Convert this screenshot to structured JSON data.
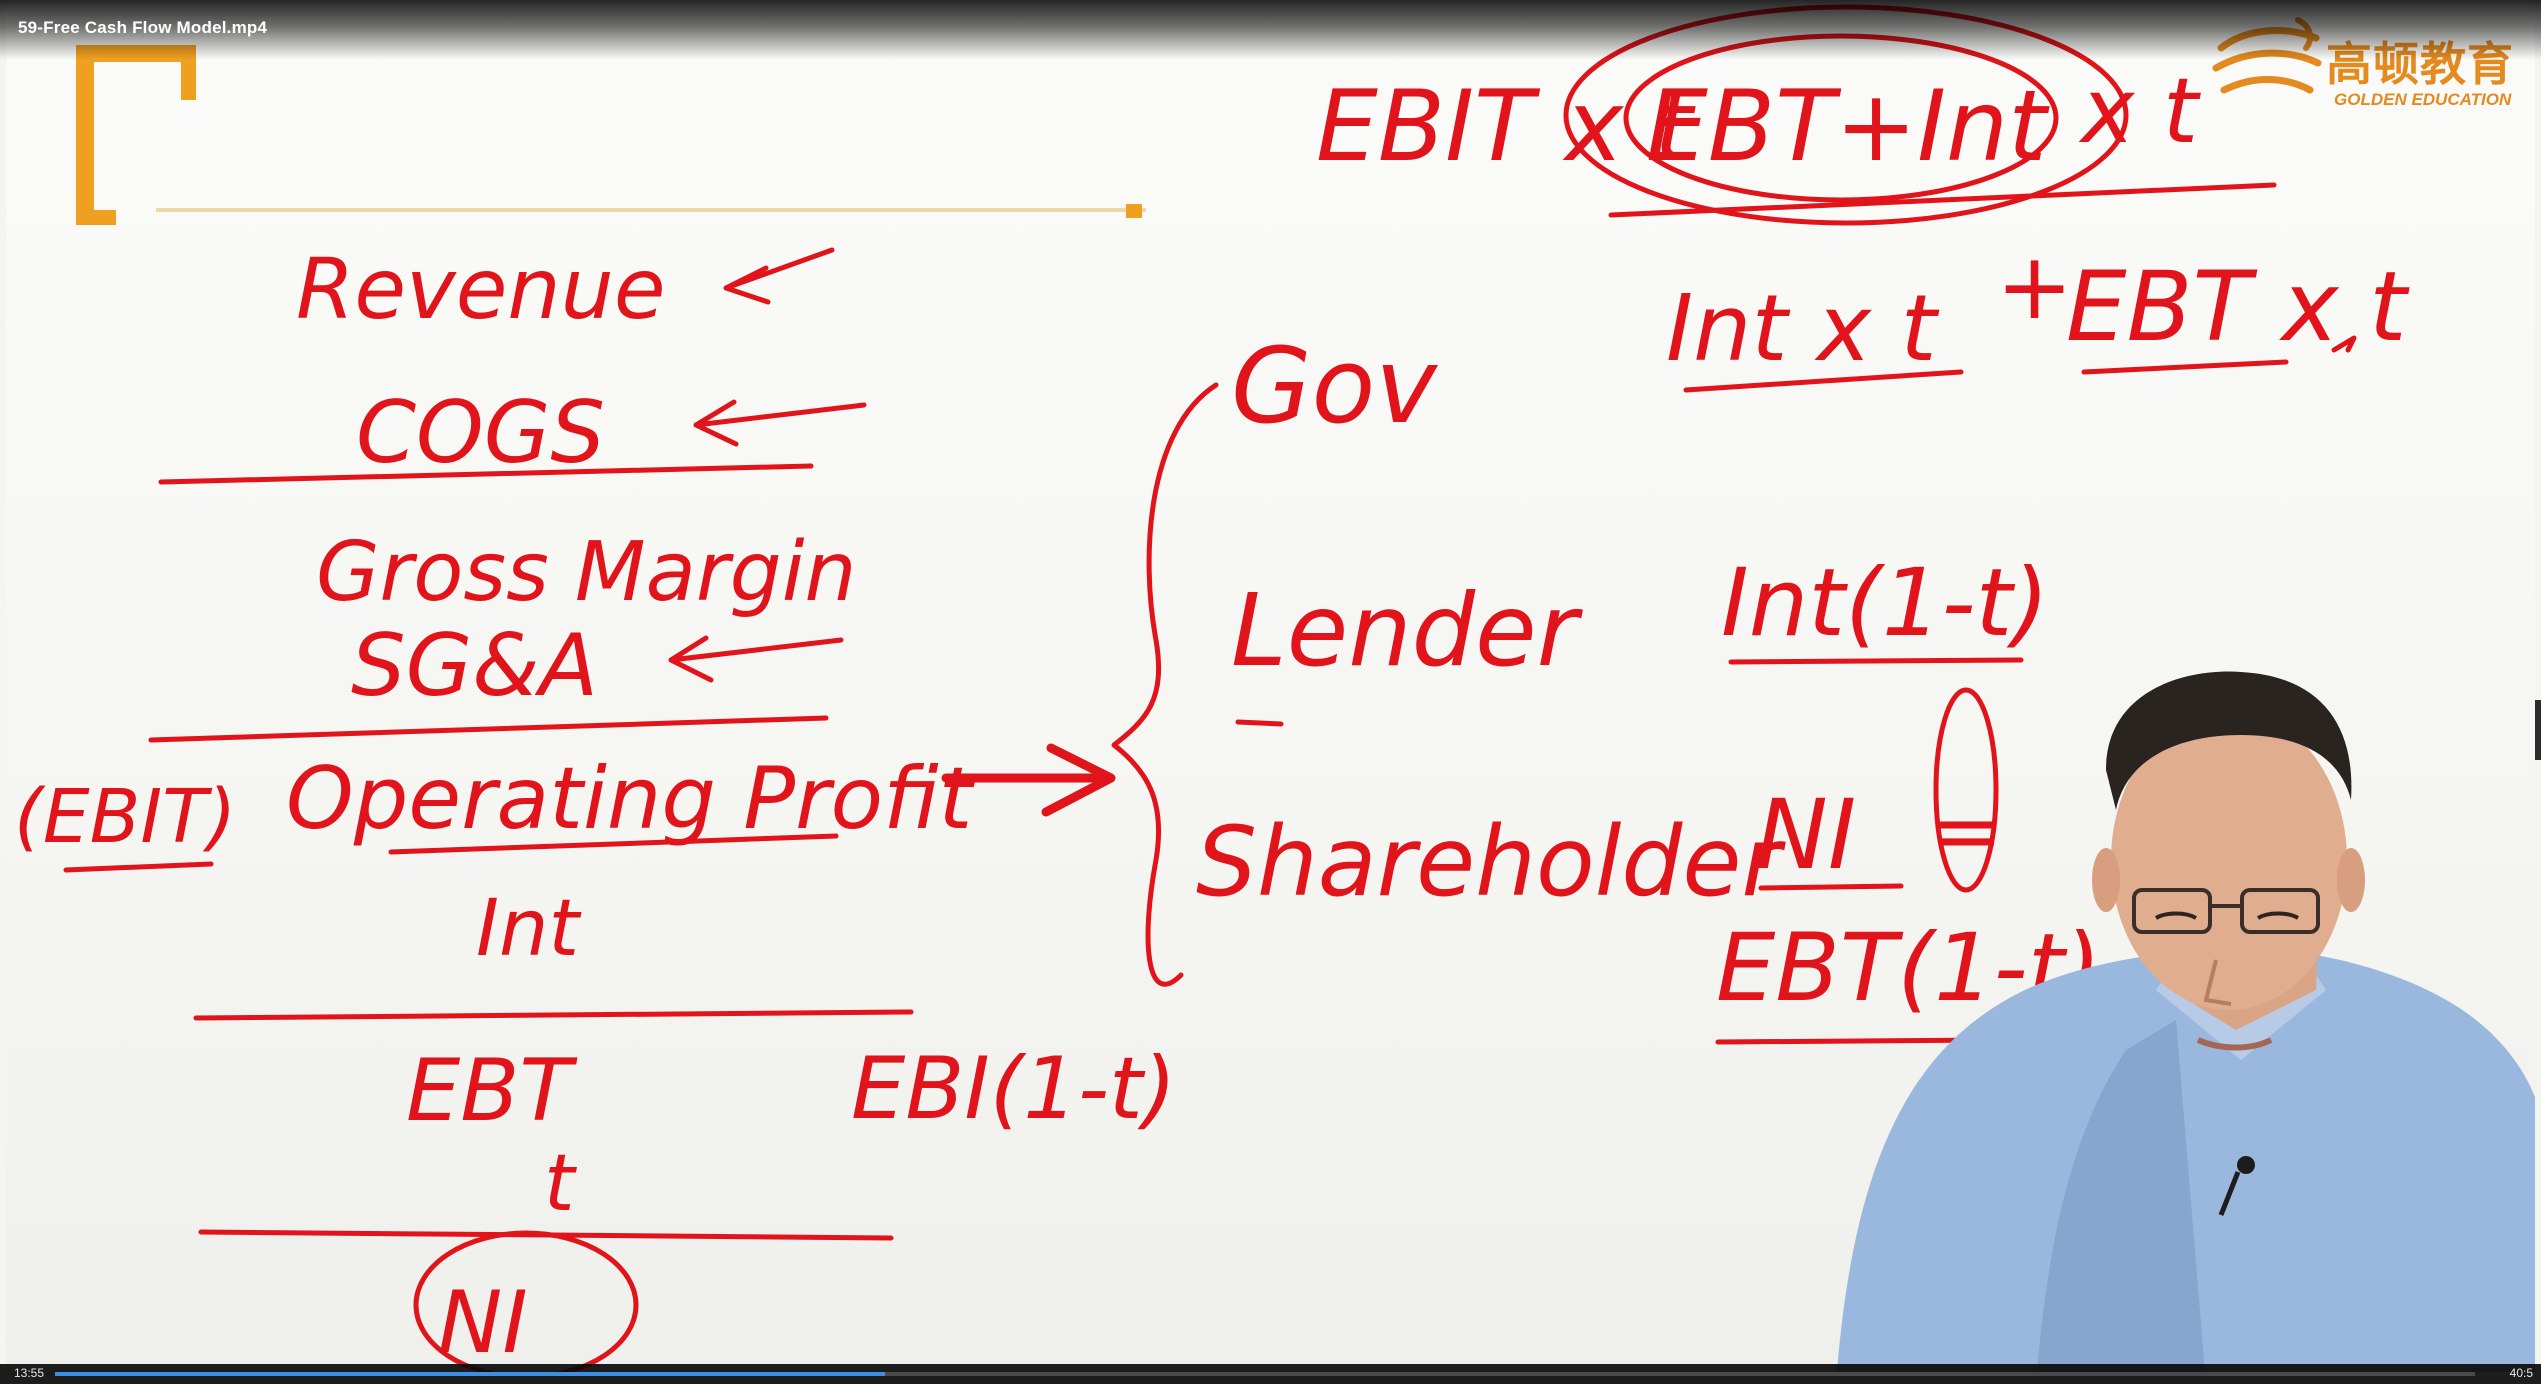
{
  "window": {
    "title": "59-Free Cash Flow Model.mp4"
  },
  "player": {
    "time_current": "13:55",
    "time_total": "40:5",
    "progress_fraction": 0.343
  },
  "branding": {
    "logo_cn": "高顿教育",
    "logo_en": "GOLDEN EDUCATION",
    "accent_color": "#e48a1e"
  },
  "board": {
    "ink_color": "#e0141a",
    "income_statement": {
      "revenue": "Revenue",
      "cogs": "COGS",
      "gross_margin": "Gross Margin",
      "sga": "SG&A",
      "ebit_prefix": "(EBIT)",
      "operating_profit": "Operating Profit",
      "interest": "Int",
      "ebt": "EBT",
      "tax": "t",
      "net_income": "NI",
      "ebi_formula": "EBI(1-t)"
    },
    "stakeholders": {
      "gov": "Gov",
      "lender": "Lender",
      "shareholder": "Shareholder"
    },
    "formulas": {
      "top_left": "EBIT x t",
      "top_circled": "EBT+Int",
      "top_right": "x t",
      "tax_split_int": "Int x t",
      "tax_split_plus": "+",
      "tax_split_ebt": "EBT x t",
      "lender_share": "Int(1-t)",
      "shareholder_ni": "NI",
      "shareholder_eq": "=",
      "shareholder_ebt": "EBT(1-t)"
    }
  }
}
